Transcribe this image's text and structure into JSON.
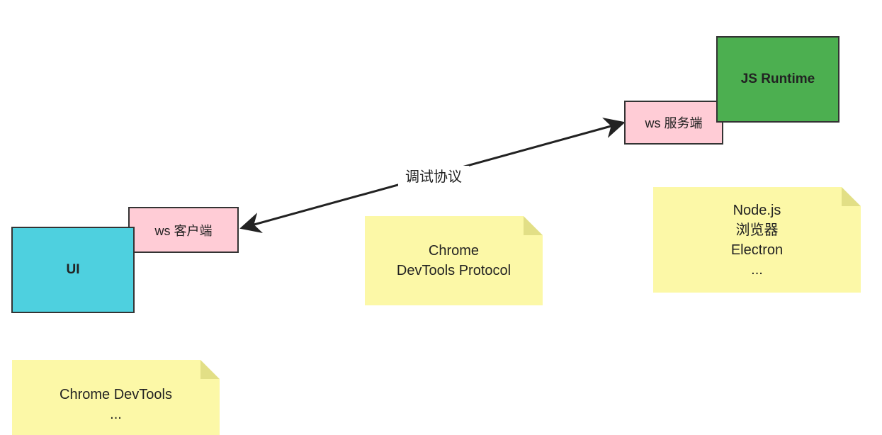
{
  "nodes": {
    "ui": "UI",
    "js_runtime": "JS Runtime",
    "ws_client": "ws 客户端",
    "ws_server": "ws 服务端"
  },
  "edge": {
    "label": "调试协议"
  },
  "notes": {
    "protocol": [
      "Chrome",
      "DevTools Protocol"
    ],
    "runtimes": [
      "Node.js",
      "浏览器",
      "Electron",
      "..."
    ],
    "devtools": [
      "Chrome DevTools",
      "..."
    ]
  },
  "colors": {
    "ui_fill": "#4ed0df",
    "js_runtime_fill": "#4caf50",
    "ws_fill": "#ffccd6",
    "note_fill": "#fcf8a7",
    "note_fold": "#e2df86",
    "border": "#333333",
    "arrow": "#222222"
  }
}
